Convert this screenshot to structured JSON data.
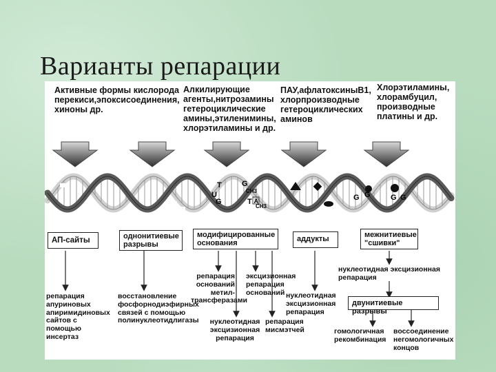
{
  "title": "Варианты репарации",
  "agents": [
    "Активные формы кислорода перекиси,эпоксисоединения, хиноны др.",
    "Алкилирующие агенты,нитрозамины гетероциклические амины,этиленимины, хлорэтиламины и др.",
    "ПАУ,афлатоксиныВ1, хлорпроизводные гетероциклических аминов",
    "Хлорэтиламины, хлорамбуцил, производные платины и др."
  ],
  "damage_types": [
    "АП-сайты",
    "однонитиевые разрывы",
    "модифицированные основания",
    "аддукты",
    "межнитиевые \"сшивки\""
  ],
  "dna_labels": {
    "T1": "T",
    "G1": "G",
    "CH3a": "CH3",
    "U": "U",
    "G2": "G",
    "T2": "T",
    "A": "A",
    "CH3b": "CH3",
    "G3": "G",
    "G4": "G",
    "G5": "G",
    "G6": "G"
  },
  "repair": {
    "ap_sites": "репарация апуриновых апиримидиновых сайтов с помощью инсертаз",
    "ss_breaks": "восстановление фосфорнодиэфирных связей с помощью полинуклеотидлигазы",
    "base_repair_methyl": "репарация оснований метил-трансферазами",
    "base_excision": "эксцизионная репарация оснований",
    "nucleotide_excision_mid": "нуклеотидная эксцизионная репарация",
    "mismatch": "репарация мисмэтчей",
    "adduct_nucleotide_excision": "нуклеотидная эксцизионная репарация",
    "crosslink_nucleotide_excision": "нуклеотидная эксцизионная репарация",
    "ds_breaks": "двунитиевые разрывы",
    "homologous": "гомологичная рекомбинация",
    "nonhomologous": "воссоединение негомологичных концов"
  },
  "colors": {
    "background": "#b9dcbf",
    "panel": "#ffffff",
    "arrow_dark": "#3a3a3a",
    "arrow_light": "#c8c8c8",
    "helix_dark": "#555555",
    "helix_light": "#d6d6d6"
  }
}
